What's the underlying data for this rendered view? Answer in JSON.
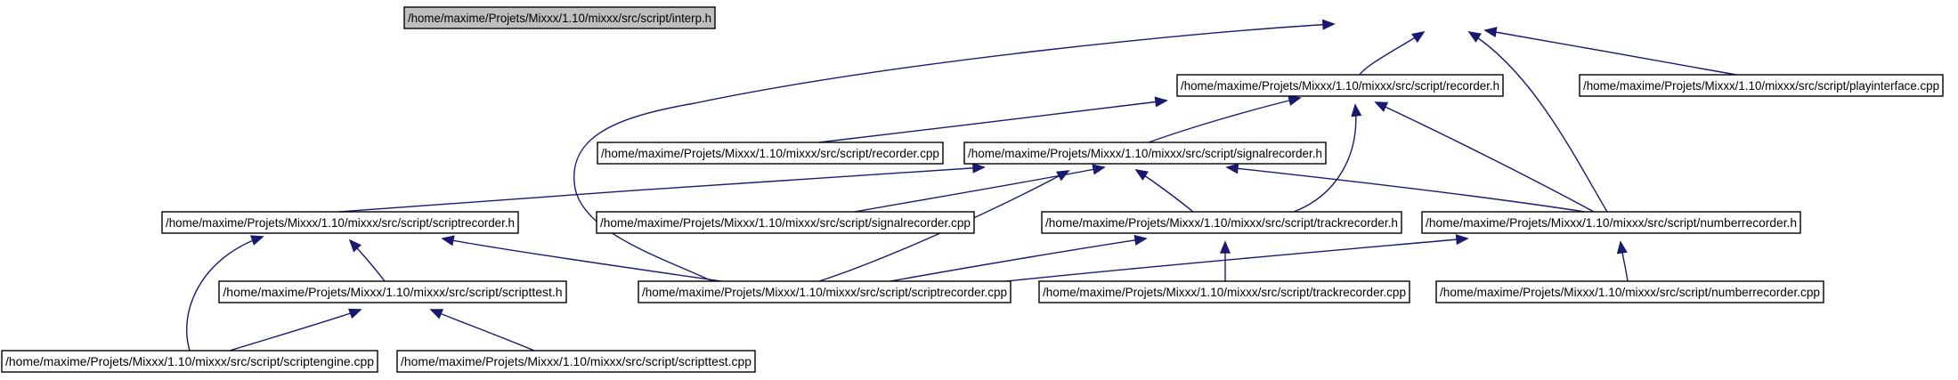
{
  "diagram": {
    "colors": {
      "edge": "#191970",
      "node_border": "#000000",
      "node_fill": "#ffffff",
      "focus_fill": "#bfbfbf",
      "text": "#000000"
    },
    "nodes": [
      {
        "id": "interp_h",
        "label": "/home/maxime/Projets/Mixxx/1.10/mixxx/src/script/interp.h",
        "focus": true
      },
      {
        "id": "recorder_h",
        "label": "/home/maxime/Projets/Mixxx/1.10/mixxx/src/script/recorder.h",
        "focus": false
      },
      {
        "id": "playinterface_cpp",
        "label": "/home/maxime/Projets/Mixxx/1.10/mixxx/src/script/playinterface.cpp",
        "focus": false
      },
      {
        "id": "recorder_cpp",
        "label": "/home/maxime/Projets/Mixxx/1.10/mixxx/src/script/recorder.cpp",
        "focus": false
      },
      {
        "id": "signalrecorder_h",
        "label": "/home/maxime/Projets/Mixxx/1.10/mixxx/src/script/signalrecorder.h",
        "focus": false
      },
      {
        "id": "scriptrecorder_h",
        "label": "/home/maxime/Projets/Mixxx/1.10/mixxx/src/script/scriptrecorder.h",
        "focus": false
      },
      {
        "id": "signalrecorder_cpp",
        "label": "/home/maxime/Projets/Mixxx/1.10/mixxx/src/script/signalrecorder.cpp",
        "focus": false
      },
      {
        "id": "trackrecorder_h",
        "label": "/home/maxime/Projets/Mixxx/1.10/mixxx/src/script/trackrecorder.h",
        "focus": false
      },
      {
        "id": "numberrecorder_h",
        "label": "/home/maxime/Projets/Mixxx/1.10/mixxx/src/script/numberrecorder.h",
        "focus": false
      },
      {
        "id": "scripttest_h",
        "label": "/home/maxime/Projets/Mixxx/1.10/mixxx/src/script/scripttest.h",
        "focus": false
      },
      {
        "id": "scriptrecorder_cpp",
        "label": "/home/maxime/Projets/Mixxx/1.10/mixxx/src/script/scriptrecorder.cpp",
        "focus": false
      },
      {
        "id": "trackrecorder_cpp",
        "label": "/home/maxime/Projets/Mixxx/1.10/mixxx/src/script/trackrecorder.cpp",
        "focus": false
      },
      {
        "id": "numberrecorder_cpp",
        "label": "/home/maxime/Projets/Mixxx/1.10/mixxx/src/script/numberrecorder.cpp",
        "focus": false
      },
      {
        "id": "scriptengine_cpp",
        "label": "/home/maxime/Projets/Mixxx/1.10/mixxx/src/script/scriptengine.cpp",
        "focus": false
      },
      {
        "id": "scripttest_cpp",
        "label": "/home/maxime/Projets/Mixxx/1.10/mixxx/src/script/scripttest.cpp",
        "focus": false
      }
    ],
    "edges": [
      {
        "from": "recorder_h",
        "to": "interp_h"
      },
      {
        "from": "playinterface_cpp",
        "to": "interp_h"
      },
      {
        "from": "numberrecorder_h",
        "to": "interp_h"
      },
      {
        "from": "scriptrecorder_cpp",
        "to": "interp_h"
      },
      {
        "from": "recorder_cpp",
        "to": "recorder_h"
      },
      {
        "from": "signalrecorder_h",
        "to": "recorder_h"
      },
      {
        "from": "trackrecorder_h",
        "to": "recorder_h"
      },
      {
        "from": "numberrecorder_h",
        "to": "recorder_h"
      },
      {
        "from": "scriptrecorder_h",
        "to": "signalrecorder_h"
      },
      {
        "from": "signalrecorder_cpp",
        "to": "signalrecorder_h"
      },
      {
        "from": "trackrecorder_h",
        "to": "signalrecorder_h"
      },
      {
        "from": "numberrecorder_h",
        "to": "signalrecorder_h"
      },
      {
        "from": "scriptrecorder_cpp",
        "to": "signalrecorder_h"
      },
      {
        "from": "scripttest_h",
        "to": "scriptrecorder_h"
      },
      {
        "from": "scriptengine_cpp",
        "to": "scriptrecorder_h"
      },
      {
        "from": "scriptrecorder_cpp",
        "to": "scriptrecorder_h"
      },
      {
        "from": "scriptrecorder_cpp",
        "to": "trackrecorder_h"
      },
      {
        "from": "trackrecorder_cpp",
        "to": "trackrecorder_h"
      },
      {
        "from": "scriptrecorder_cpp",
        "to": "numberrecorder_h"
      },
      {
        "from": "numberrecorder_cpp",
        "to": "numberrecorder_h"
      },
      {
        "from": "scriptengine_cpp",
        "to": "scripttest_h"
      },
      {
        "from": "scripttest_cpp",
        "to": "scripttest_h"
      }
    ]
  }
}
